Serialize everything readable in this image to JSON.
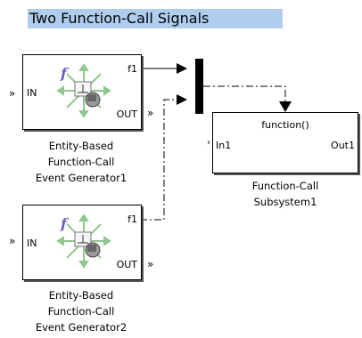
{
  "annotation": {
    "title": "Two Function-Call Signals"
  },
  "generator1": {
    "port_in": "IN",
    "port_f1": "f1",
    "port_out": "OUT",
    "caption_lines": [
      "Entity-Based",
      "Function-Call",
      "Event Generator1"
    ]
  },
  "generator2": {
    "port_in": "IN",
    "port_f1": "f1",
    "port_out": "OUT",
    "caption_lines": [
      "Entity-Based",
      "Function-Call",
      "Event Generator2"
    ]
  },
  "subsystem": {
    "trigger_label": "function()",
    "port_in": "In1",
    "port_out": "Out1",
    "caption_lines": [
      "Function-Call",
      "Subsystem1"
    ]
  },
  "colors": {
    "title_highlight": "#b0cdee",
    "icon_arrows": "#8fc88f",
    "icon_f": "#6a5acd"
  }
}
